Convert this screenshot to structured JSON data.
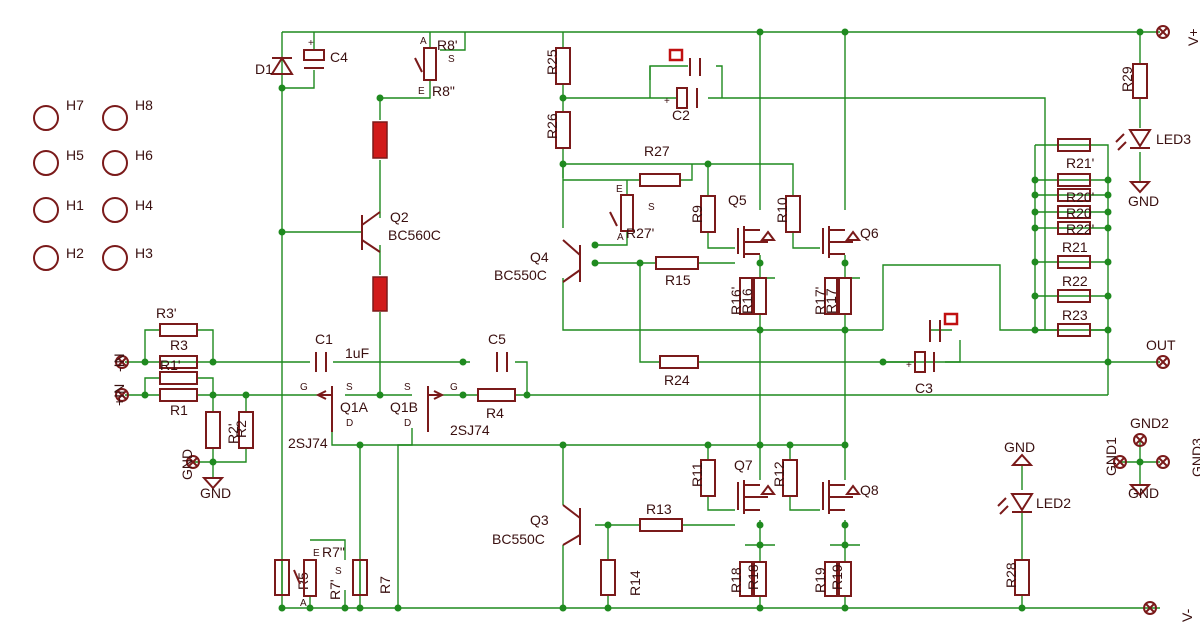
{
  "mounting_holes": [
    {
      "id": "h7",
      "label": "H7"
    },
    {
      "id": "h8",
      "label": "H8"
    },
    {
      "id": "h5",
      "label": "H5"
    },
    {
      "id": "h6",
      "label": "H6"
    },
    {
      "id": "h1",
      "label": "H1"
    },
    {
      "id": "h4",
      "label": "H4"
    },
    {
      "id": "h2",
      "label": "H2"
    },
    {
      "id": "h3",
      "label": "H3"
    }
  ],
  "components": {
    "d1": "D1",
    "c4": "C4",
    "r8a": "R8'",
    "r8b": "R8\"",
    "q2": "Q2",
    "q2_part": "BC560C",
    "r25": "R25",
    "r26": "R26",
    "r27": "R27",
    "r27b": "R27'",
    "c2": "C2",
    "q4": "Q4",
    "q4_part": "BC550C",
    "r9": "R9",
    "q5": "Q5",
    "r10": "R10",
    "q6": "Q6",
    "r15": "R15",
    "r16a": "R16'",
    "r16b": "R16",
    "r17a": "R17'",
    "r17b": "R17",
    "r24": "R24",
    "c3": "C3",
    "r21a": "R21'",
    "r20a": "R20'",
    "r20b": "R20",
    "r22a": "R22'",
    "r21": "R21",
    "r22": "R22",
    "r23": "R23",
    "r29": "R29",
    "led3": "LED3",
    "r3a": "R3'",
    "r3": "R3",
    "r1a": "R1'",
    "r1": "R1",
    "c1": "C1",
    "c1_val": "1uF",
    "c5": "C5",
    "r4": "R4",
    "q1a": "Q1A",
    "q1b": "Q1B",
    "q1_part": "2SJ74",
    "r2": "R2",
    "r2b": "R2'",
    "q3": "Q3",
    "q3_part": "BC550C",
    "r13": "R13",
    "r14": "R14",
    "r11": "R11",
    "q7": "Q7",
    "r12": "R12",
    "q8": "Q8",
    "r18": "R18",
    "r18b": "R18",
    "r19": "R19",
    "r19b": "R19",
    "r7": "R7",
    "r7a": "R7'",
    "r7b": "R7\"",
    "r5": "R5",
    "led2": "LED2",
    "r28": "R28"
  },
  "pins": {
    "g": "G",
    "s": "S",
    "d": "D",
    "a": "A",
    "e": "E"
  },
  "nets": {
    "vplus": "V+",
    "vminus": "V-",
    "out": "OUT",
    "in_minus": "-IN",
    "in_plus": "+IN",
    "gnd": "GND",
    "gnd1": "GND1",
    "gnd2": "GND2",
    "gnd3": "GND3"
  },
  "colors": {
    "wire": "#1f8a1f",
    "component": "#7a1a1a",
    "resistor_body": "#d11a1a"
  }
}
